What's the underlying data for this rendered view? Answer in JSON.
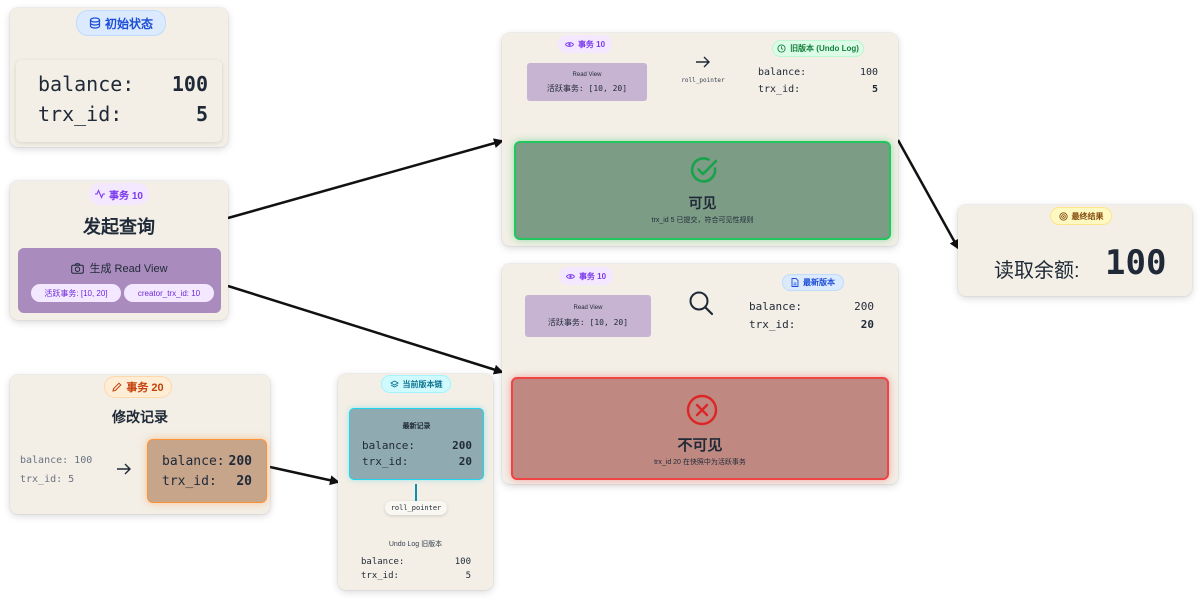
{
  "initial": {
    "tag": "初始状态",
    "balance_label": "balance:",
    "balance": "100",
    "trx_label": "trx_id:",
    "trx": "5"
  },
  "query": {
    "tag": "事务 10",
    "title": "发起查询",
    "readview_label": "生成 Read View",
    "active": "活跃事务: [10, 20]",
    "creator": "creator_trx_id: 10"
  },
  "modify": {
    "tag": "事务 20",
    "title": "修改记录",
    "old_balance": "balance: 100",
    "old_trx": "trx_id: 5",
    "balance_label": "balance:",
    "balance": "200",
    "trx_label": "trx_id:",
    "trx": "20"
  },
  "chain": {
    "tag": "当前版本链",
    "latest_title": "最新记录",
    "balance_label": "balance:",
    "balance": "200",
    "trx_label": "trx_id:",
    "trx": "20",
    "pointer": "roll_pointer",
    "undo_title": "Undo Log 旧版本",
    "undo_balance": "100",
    "undo_trx": "5"
  },
  "visible_panel": {
    "tx_tag": "事务 10",
    "rv_title": "Read View",
    "rv_active": "活跃事务: [10, 20]",
    "pointer": "roll_pointer",
    "version_tag": "旧版本 (Undo Log)",
    "balance_label": "balance:",
    "balance": "100",
    "trx_label": "trx_id:",
    "trx": "5",
    "result_title": "可见",
    "result_desc": "trx_id 5 已提交，符合可见性规则"
  },
  "invisible_panel": {
    "tx_tag": "事务 10",
    "rv_title": "Read View",
    "rv_active": "活跃事务: [10, 20]",
    "version_tag": "最新版本",
    "balance_label": "balance:",
    "balance": "200",
    "trx_label": "trx_id:",
    "trx": "20",
    "result_title": "不可见",
    "result_desc": "trx_id 20 在快照中为活跃事务"
  },
  "final": {
    "tag": "最终结果",
    "label": "读取余额:",
    "value": "100"
  },
  "colors": {
    "blue": "#2563eb",
    "purple": "#7c3aed",
    "orange": "#ea580c",
    "green": "#16a34a",
    "red": "#dc2626",
    "teal": "#0891b2",
    "amber": "#a16207"
  }
}
